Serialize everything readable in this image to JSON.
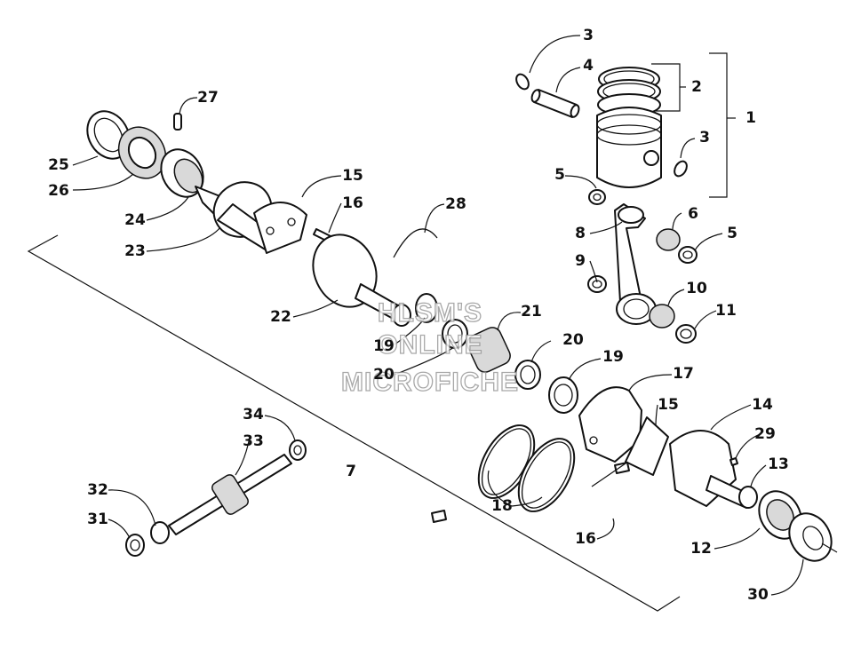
{
  "diagram": {
    "watermark": [
      "HLSM'S",
      "ONLINE",
      "MICROFICHE"
    ],
    "callouts": [
      {
        "id": "c3a",
        "text": "3"
      },
      {
        "id": "c4",
        "text": "4"
      },
      {
        "id": "c2",
        "text": "2"
      },
      {
        "id": "c1",
        "text": "1"
      },
      {
        "id": "c3b",
        "text": "3"
      },
      {
        "id": "c5a",
        "text": "5"
      },
      {
        "id": "c6",
        "text": "6"
      },
      {
        "id": "c5b",
        "text": "5"
      },
      {
        "id": "c8",
        "text": "8"
      },
      {
        "id": "c9",
        "text": "9"
      },
      {
        "id": "c10",
        "text": "10"
      },
      {
        "id": "c11",
        "text": "11"
      },
      {
        "id": "c27",
        "text": "27"
      },
      {
        "id": "c25",
        "text": "25"
      },
      {
        "id": "c26",
        "text": "26"
      },
      {
        "id": "c24",
        "text": "24"
      },
      {
        "id": "c15a",
        "text": "15"
      },
      {
        "id": "c16a",
        "text": "16"
      },
      {
        "id": "c28",
        "text": "28"
      },
      {
        "id": "c23",
        "text": "23"
      },
      {
        "id": "c22",
        "text": "22"
      },
      {
        "id": "c21",
        "text": "21"
      },
      {
        "id": "c19a",
        "text": "19"
      },
      {
        "id": "c20a",
        "text": "20"
      },
      {
        "id": "c20b",
        "text": "20"
      },
      {
        "id": "c19b",
        "text": "19"
      },
      {
        "id": "c17",
        "text": "17"
      },
      {
        "id": "c15b",
        "text": "15"
      },
      {
        "id": "c14",
        "text": "14"
      },
      {
        "id": "c29",
        "text": "29"
      },
      {
        "id": "c13",
        "text": "13"
      },
      {
        "id": "c34",
        "text": "34"
      },
      {
        "id": "c33",
        "text": "33"
      },
      {
        "id": "c7",
        "text": "7"
      },
      {
        "id": "c32",
        "text": "32"
      },
      {
        "id": "c31",
        "text": "31"
      },
      {
        "id": "c18",
        "text": "18"
      },
      {
        "id": "c16b",
        "text": "16"
      },
      {
        "id": "c12",
        "text": "12"
      },
      {
        "id": "c30",
        "text": "30"
      }
    ]
  }
}
